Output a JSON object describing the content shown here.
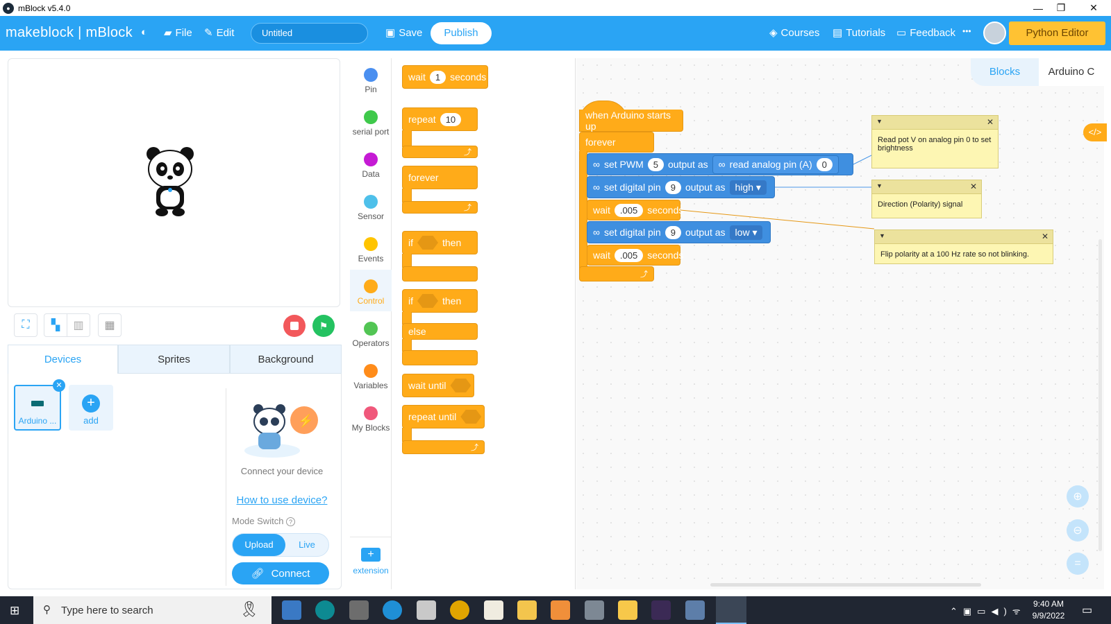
{
  "window": {
    "title": "mBlock v5.4.0",
    "minimize": "—",
    "restore": "❐",
    "close": "✕"
  },
  "menubar": {
    "brand": "makeblock | mBlock",
    "file": "File",
    "edit": "Edit",
    "project_title": "Untitled",
    "save": "Save",
    "publish": "Publish",
    "courses": "Courses",
    "tutorials": "Tutorials",
    "feedback": "Feedback",
    "more": "•••",
    "python_editor": "Python Editor"
  },
  "device_panel": {
    "tabs": [
      "Devices",
      "Sprites",
      "Background"
    ],
    "device_name": "Arduino ...",
    "add_label": "add",
    "connect_hint": "Connect your device",
    "how_to_link": "How to use device?",
    "mode_switch": "Mode Switch",
    "mode_upload": "Upload",
    "mode_live": "Live",
    "connect_button": "Connect"
  },
  "categories": [
    {
      "label": "Pin",
      "color": "#4a8ff0"
    },
    {
      "label": "serial port",
      "color": "#3fc94b"
    },
    {
      "label": "Data",
      "color": "#c51ad4"
    },
    {
      "label": "Sensor",
      "color": "#4ec0ea"
    },
    {
      "label": "Events",
      "color": "#ffc400"
    },
    {
      "label": "Control",
      "color": "#ffab19"
    },
    {
      "label": "Operators",
      "color": "#52c554"
    },
    {
      "label": "Variables",
      "color": "#ff8c1a"
    },
    {
      "label": "My Blocks",
      "color": "#f0587b"
    }
  ],
  "extension_label": "extension",
  "palette": {
    "wait": "wait",
    "wait_value": "1",
    "seconds": "seconds",
    "repeat": "repeat",
    "repeat_value": "10",
    "forever": "forever",
    "if": "if",
    "then": "then",
    "else": "else",
    "wait_until": "wait until",
    "repeat_until": "repeat until"
  },
  "editor_tabs": {
    "blocks": "Blocks",
    "arduino_c": "Arduino C"
  },
  "script": {
    "hat": "when Arduino starts up",
    "forever": "forever",
    "set_pwm": "set PWM",
    "pwm_pin": "5",
    "output_as": "output as",
    "read_analog": "read analog pin  (A)",
    "analog_pin": "0",
    "set_digital": "set digital pin",
    "digital_pin_1": "9",
    "value_1": "high ▾",
    "wait": "wait",
    "wait_value_1": ".005",
    "seconds": "seconds",
    "digital_pin_2": "9",
    "value_2": "low ▾",
    "wait_value_2": ".005"
  },
  "comments": [
    "Read pot V on analog pin 0 to set brightness",
    "Direction (Polarity) signal",
    "Flip polarity at a 100 Hz rate so not blinking."
  ],
  "taskbar": {
    "search_placeholder": "Type here to search",
    "time": "9:40 AM",
    "date": "9/9/2022"
  }
}
